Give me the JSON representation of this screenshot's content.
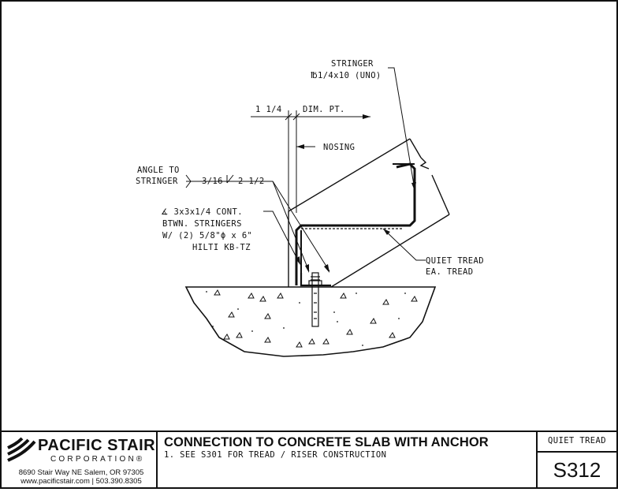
{
  "drawing": {
    "labels": {
      "stringer_title": "STRINGER",
      "stringer_size": "℔1/4x10 (UNO)",
      "dim_left": "1 1/4",
      "dim_right": "DIM. PT.",
      "nosing": "NOSING",
      "angle_to": "ANGLE TO",
      "stringer_word": "STRINGER",
      "weld_left": "3/16",
      "weld_right": "2 1/2",
      "angle_line1": "∡ 3x3x1/4 CONT.",
      "angle_line2": "BTWN. STRINGERS",
      "angle_line3": "W/ (2) 5/8\"ϕ x 6\"",
      "angle_line4": "HILTI KB-TZ",
      "quiet_line1": "QUIET TREAD",
      "quiet_line2": "EA. TREAD"
    }
  },
  "title_block": {
    "company_name": "PACIFIC STAIR",
    "company_sub": "CORPORATION®",
    "address": "8690 Stair Way NE Salem, OR 97305",
    "contact": "www.pacificstair.com  |  503.390.8305",
    "title": "CONNECTION TO CONCRETE SLAB WITH ANCHOR",
    "note": "1.  SEE S301 FOR TREAD / RISER CONSTRUCTION",
    "category": "QUIET TREAD",
    "sheet_number": "S312"
  }
}
